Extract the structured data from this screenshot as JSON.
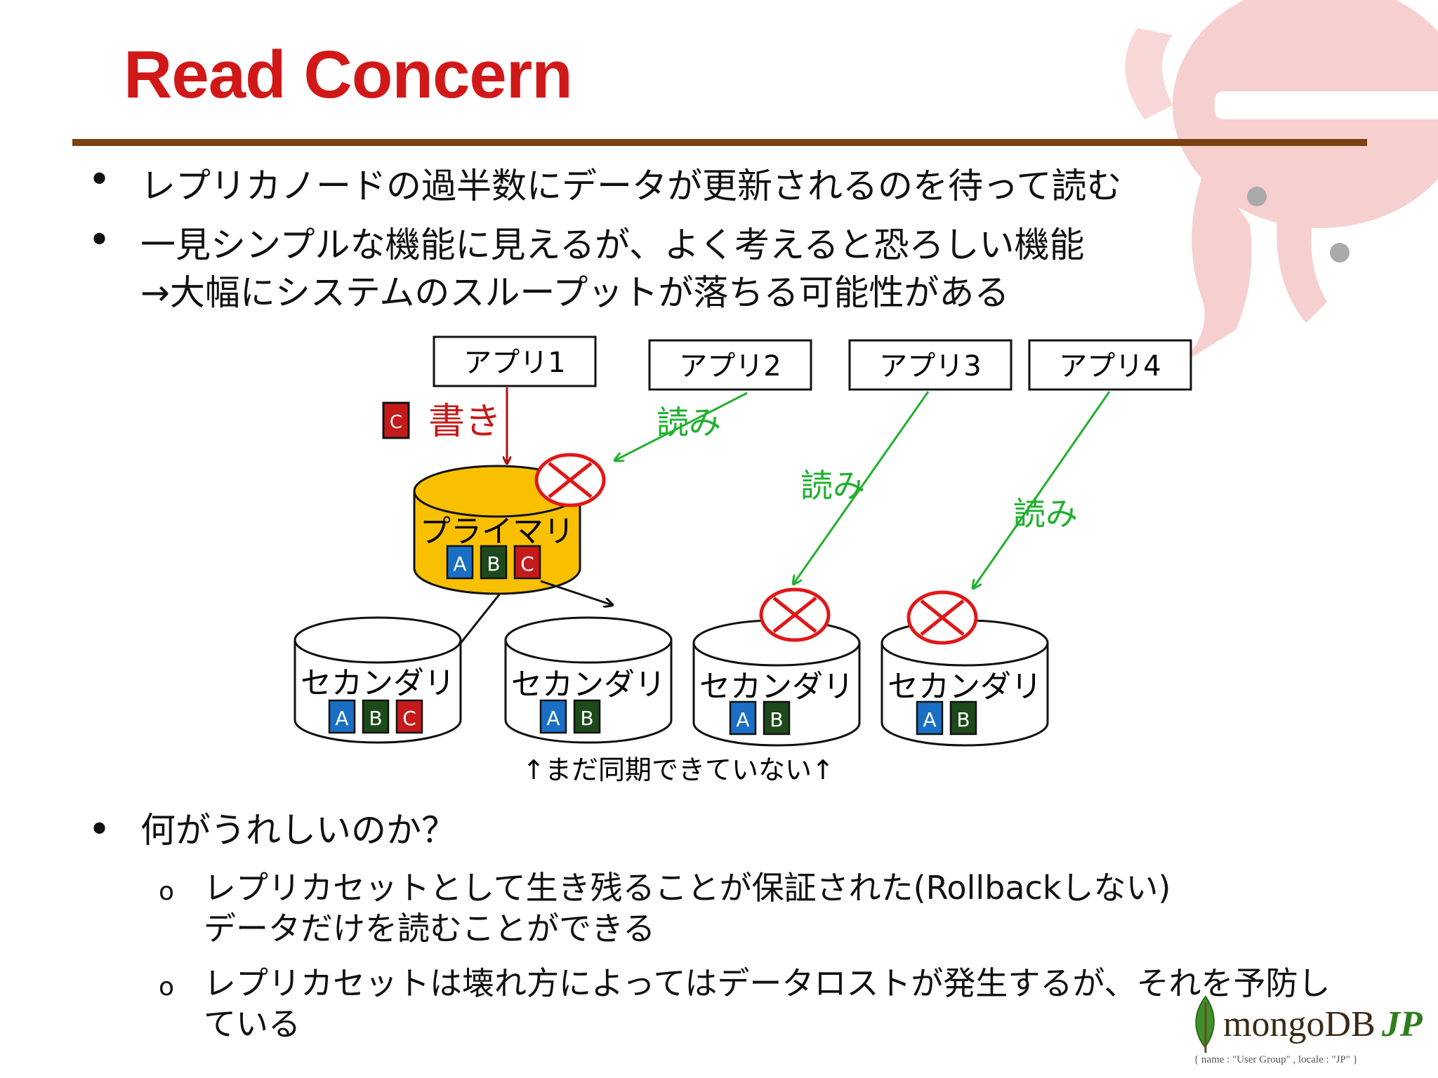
{
  "slide": {
    "title": "Read Concern",
    "bullets": [
      {
        "text": "レプリカノードの過半数にデータが更新されるのを待って読む"
      },
      {
        "text": "一見シンプルな機能に見えるが、よく考えると恐ろしい機能",
        "line2": "→大幅にシステムのスループットが落ちる可能性がある"
      },
      {
        "text": "何がうれしいのか？"
      }
    ],
    "bullet_symbol": "•",
    "sub_symbol": "o",
    "sub_bullets": [
      {
        "line1": "レプリカセットとして生き残ることが保証された(Rollbackしない)",
        "line2": "データだけを読むことができる"
      },
      {
        "line1": "レプリカセットは壊れ方によってはデータロストが発生するが、それを予防し",
        "line2": "ている"
      }
    ]
  },
  "diagram": {
    "apps": [
      "アプリ1",
      "アプリ2",
      "アプリ3",
      "アプリ4"
    ],
    "write_label": "書き",
    "write_item": "C",
    "read_label": "読み",
    "primary": {
      "label": "プライマリ",
      "items": [
        "A",
        "B",
        "C"
      ]
    },
    "secondaries": [
      {
        "label": "セカンダリ",
        "items": [
          "A",
          "B",
          "C"
        ]
      },
      {
        "label": "セカンダリ",
        "items": [
          "A",
          "B"
        ]
      },
      {
        "label": "セカンダリ",
        "items": [
          "A",
          "B"
        ]
      },
      {
        "label": "セカンダリ",
        "items": [
          "A",
          "B"
        ]
      }
    ],
    "note": "↑まだ同期できていない↑",
    "colors": {
      "A": "#1a6fc4",
      "B": "#1d4a1a",
      "C": "#c41a1a",
      "write": "#b01010",
      "read": "#20b030",
      "primary_fill": "#f8c000",
      "cross": "#e01818"
    }
  },
  "logo": {
    "word": "mongoDB",
    "suffix": "JP",
    "tagline": "{ name : \"User Group\" , locale : \"JP\" }"
  }
}
